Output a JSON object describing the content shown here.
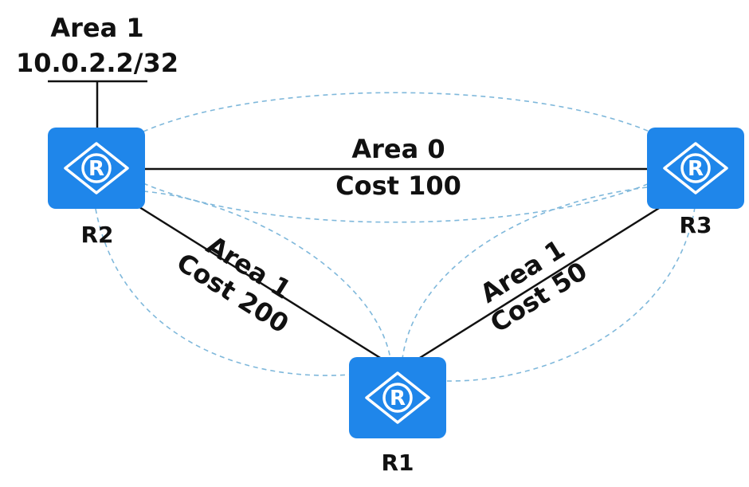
{
  "routers": {
    "r1": {
      "name": "R1",
      "glyph": "R"
    },
    "r2": {
      "name": "R2",
      "glyph": "R"
    },
    "r3": {
      "name": "R3",
      "glyph": "R"
    }
  },
  "links": {
    "r2_r3": {
      "area": "Area 0",
      "cost": "Cost 100"
    },
    "r2_r1": {
      "area": "Area 1",
      "cost": "Cost 200"
    },
    "r3_r1": {
      "area": "Area 1",
      "cost": "Cost 50"
    }
  },
  "stub_network": {
    "area": "Area 1",
    "prefix": "10.0.2.2/32"
  },
  "colors": {
    "router": "#1f86ea",
    "link": "#111111",
    "adjacency": "#7fb8db"
  },
  "icons": {
    "router": "router-icon"
  }
}
